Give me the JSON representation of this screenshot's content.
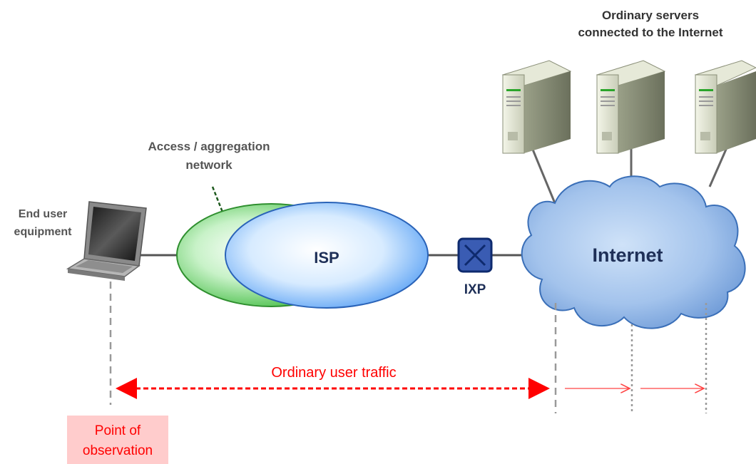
{
  "servers_label": {
    "line1": "Ordinary servers",
    "line2": "connected to the Internet"
  },
  "access_label": {
    "line1": "Access  / aggregation",
    "line2": "network"
  },
  "end_user_label": {
    "line1": "End user",
    "line2": "equipment"
  },
  "isp_label": "ISP",
  "ixp_label": "IXP",
  "internet_label": "Internet",
  "traffic_label": "Ordinary user traffic",
  "observation_label": {
    "line1": "Point of",
    "line2": "observation"
  },
  "colors": {
    "access_network_green": "#7ed87e",
    "isp_blue": "#a8d4ff",
    "internet_cloud": "#8fb5e6",
    "traffic_red": "#ff0000",
    "observation_box": "#ffcccc",
    "ixp_box": "#1f3a7a",
    "label_text": "#333333",
    "label_grey": "#555555"
  }
}
